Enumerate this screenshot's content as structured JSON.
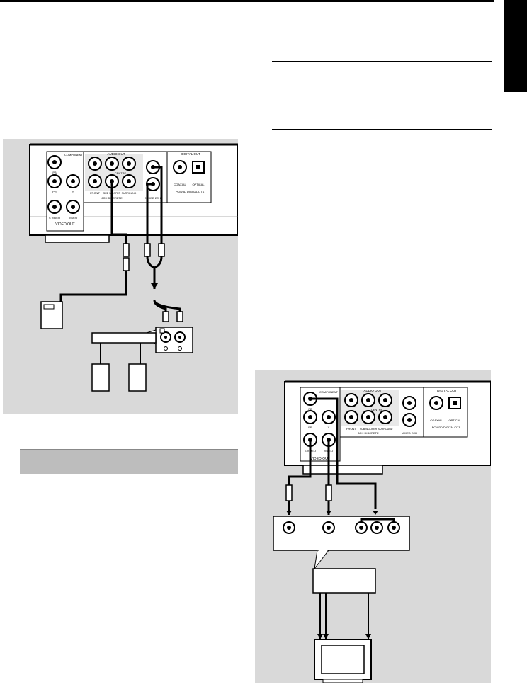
{
  "page": {
    "side_tab_label": "",
    "section_header_label": ""
  },
  "diagram_top": {
    "audio_out": "AUDIO OUT",
    "digital_out": "DIGITAL OUT",
    "component": "COMPONENT",
    "pb": "PB",
    "pr": "PR",
    "y": "Y",
    "svideo": "S VIDEO",
    "video": "VIDEO",
    "video_out": "VIDEO OUT",
    "centre": "CENTRE",
    "front": "FRONT",
    "sub_woofer": "SUB WOOFER",
    "surround": "SURROUND",
    "discrete": "6CH DISCRETE",
    "mixed": "MIXED 2CH",
    "coaxial": "COAXIAL",
    "optical": "OPTICAL",
    "pcm": "PCM/3D DIGITAL/DTS"
  },
  "diagram_bottom": {
    "audio_out": "AUDIO OUT",
    "digital_out": "DIGITAL OUT",
    "component": "COMPONENT",
    "pb": "PB",
    "pr": "PR",
    "y": "Y",
    "svideo": "S VIDEO",
    "video": "VIDEO",
    "video_out": "VIDEO OUT",
    "centre": "CENTRE",
    "front": "FRONT",
    "sub_woofer": "SUB WOOFER",
    "surround": "SURROUND",
    "discrete": "6CH DISCRETE",
    "mixed": "MIXED 2CH",
    "coaxial": "COAXIAL",
    "optical": "OPTICAL",
    "pcm": "PCM/3D DIGITAL/DTS"
  }
}
